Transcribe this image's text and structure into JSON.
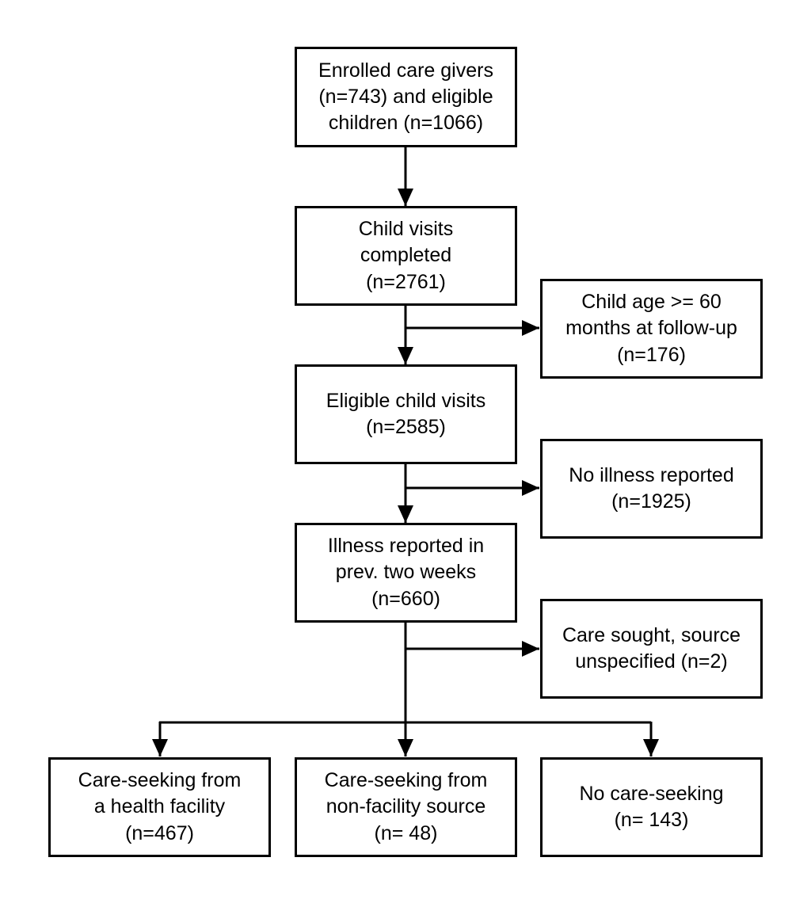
{
  "colors": {
    "stroke": "#000000",
    "background": "#ffffff"
  },
  "boxes": {
    "enrolled": {
      "lines": [
        "Enrolled care givers",
        "(n=743) and eligible",
        "children (n=1066)"
      ]
    },
    "child_visits": {
      "lines": [
        "Child visits",
        "completed",
        "(n=2761)"
      ]
    },
    "age_excluded": {
      "lines": [
        "Child age >= 60",
        "months at follow-up",
        "(n=176)"
      ]
    },
    "eligible_visits": {
      "lines": [
        "Eligible child visits",
        "(n=2585)"
      ]
    },
    "no_illness": {
      "lines": [
        "No illness reported",
        "(n=1925)"
      ]
    },
    "illness_reported": {
      "lines": [
        "Illness reported in",
        "prev. two weeks",
        "(n=660)"
      ]
    },
    "unspecified": {
      "lines": [
        "Care sought, source",
        "unspecified (n=2)"
      ]
    },
    "health_facility": {
      "lines": [
        "Care-seeking from",
        "a health facility",
        "(n=467)"
      ]
    },
    "non_facility": {
      "lines": [
        "Care-seeking from",
        "non-facility source",
        "(n= 48)"
      ]
    },
    "no_care": {
      "lines": [
        "No care-seeking",
        "(n= 143)"
      ]
    }
  }
}
